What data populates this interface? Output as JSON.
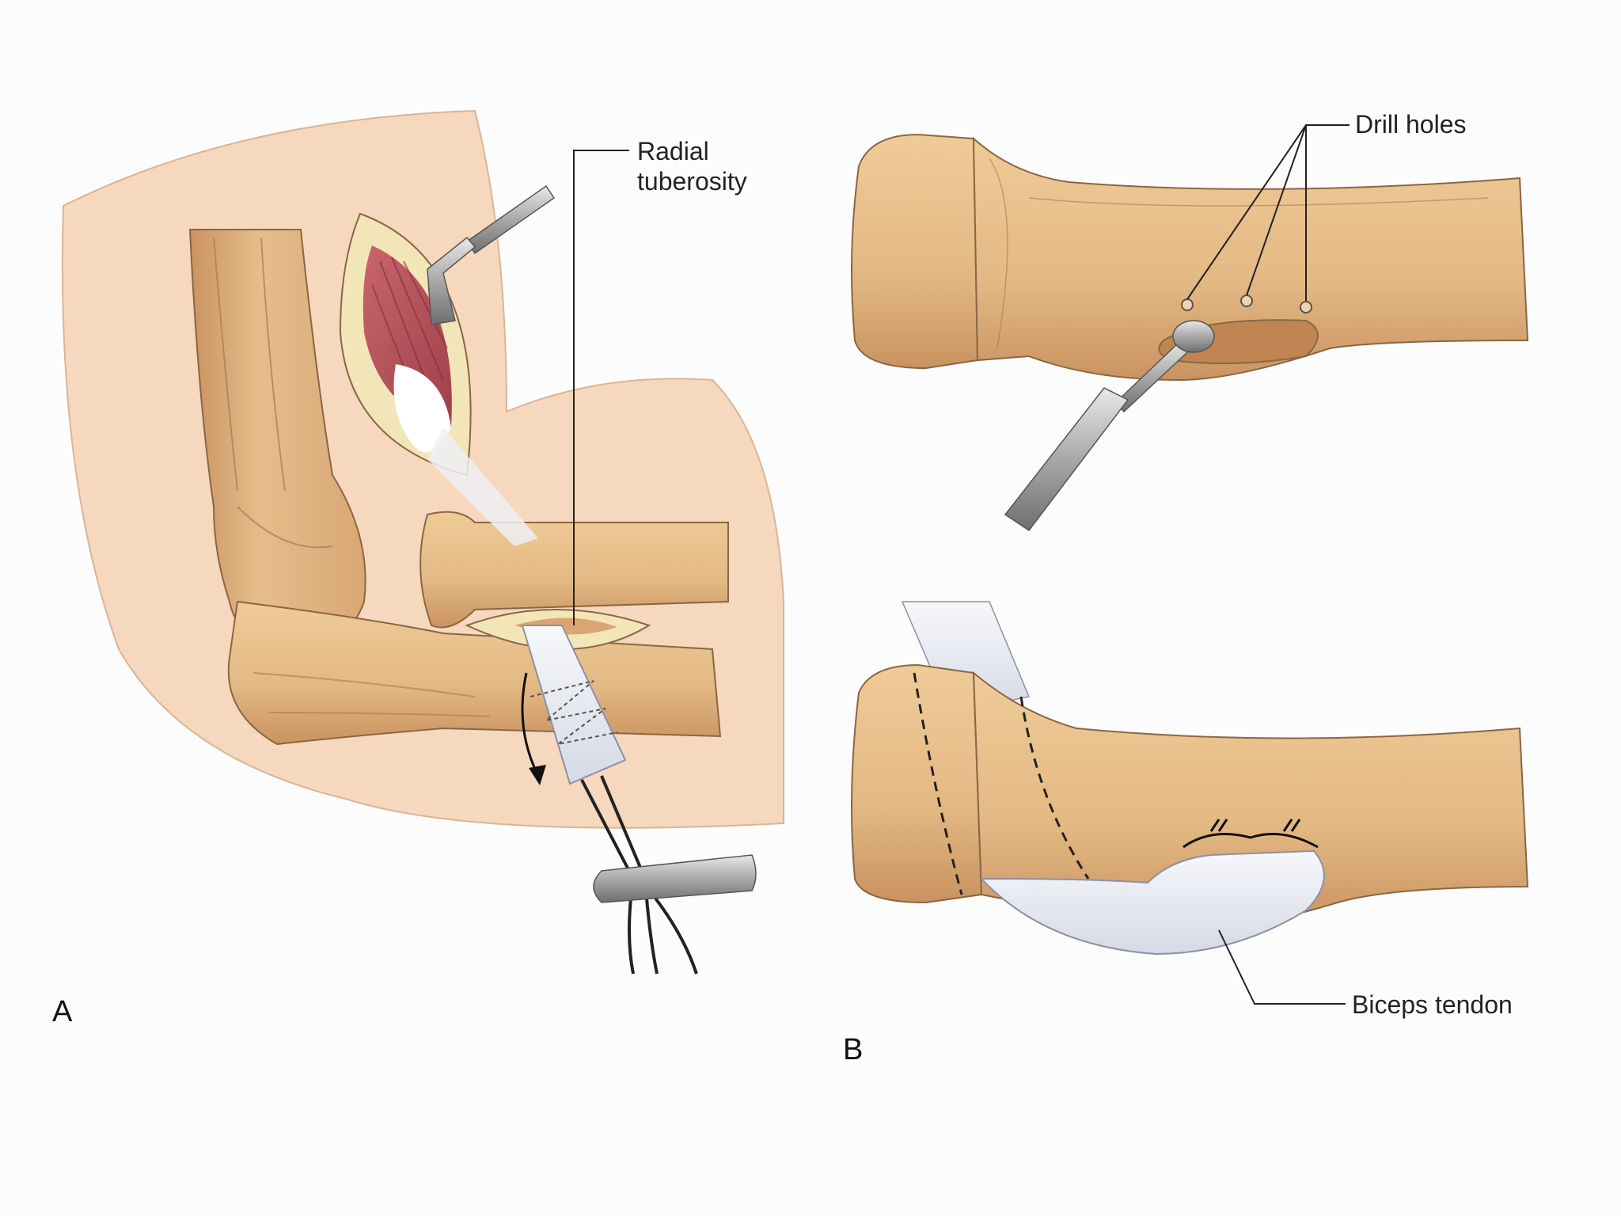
{
  "labels": {
    "radial_tuberosity_line1": "Radial",
    "radial_tuberosity_line2": "tuberosity",
    "drill_holes": "Drill holes",
    "biceps_tendon": "Biceps tendon"
  },
  "panels": {
    "a": "A",
    "b": "B"
  },
  "colors": {
    "skin": "#f5d8bd",
    "bone": "#e6bd8a",
    "bone_shadow": "#c9955e",
    "muscle": "#b8545c",
    "tendon": "#eef0f6",
    "instrument": "#a9a9a9",
    "background": "#fdfcfc"
  }
}
